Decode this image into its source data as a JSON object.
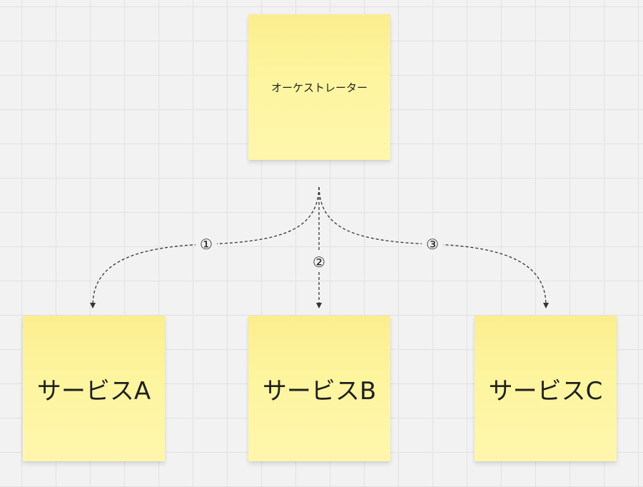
{
  "orchestrator": {
    "label": "オーケストレーター"
  },
  "services": [
    {
      "label": "サービスA"
    },
    {
      "label": "サービスB"
    },
    {
      "label": "サービスC"
    }
  ],
  "connectors": [
    {
      "label": "①"
    },
    {
      "label": "②"
    },
    {
      "label": "③"
    }
  ],
  "colors": {
    "sticky": "#fdf59f",
    "background": "#f2f2f2",
    "line": "#333333"
  }
}
